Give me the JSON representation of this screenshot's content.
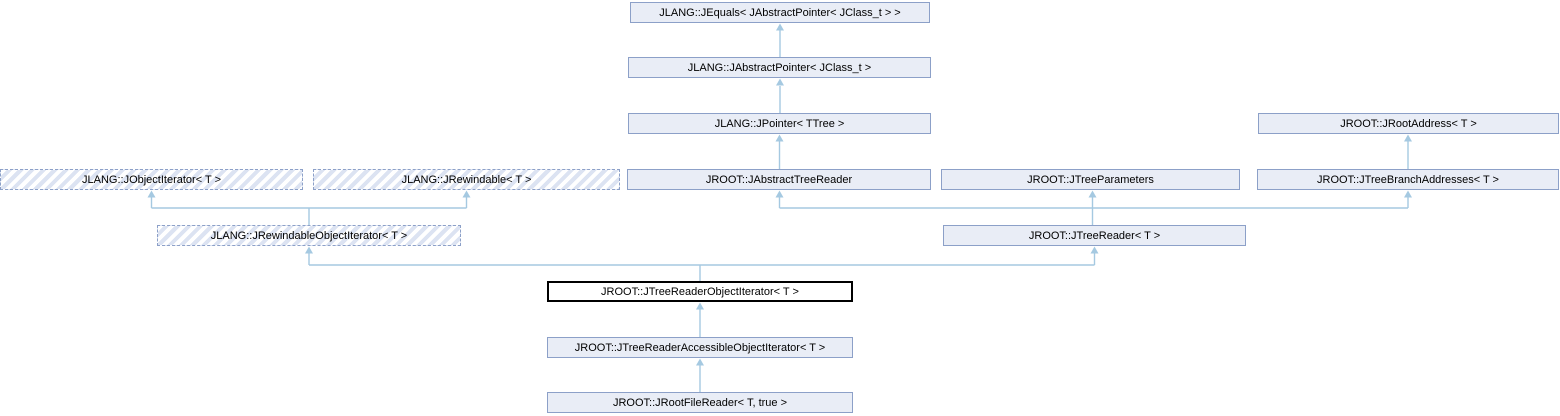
{
  "diagram": {
    "kind": "class-inheritance-graph",
    "colors": {
      "node_fill": "#e9edf6",
      "node_border": "#8ca0c8",
      "current_fill": "#ffffff",
      "current_border": "#000000",
      "edge": "#a5c9e1",
      "hatch": "#dce3f2",
      "text": "#000000"
    },
    "nodes": {
      "jequals": {
        "label": "JLANG::JEquals< JAbstractPointer< JClass_t > >",
        "kind": "documented"
      },
      "jabstractpointer": {
        "label": "JLANG::JAbstractPointer< JClass_t >",
        "kind": "documented"
      },
      "jpointer": {
        "label": "JLANG::JPointer< TTree >",
        "kind": "documented"
      },
      "jrootaddress": {
        "label": "JROOT::JRootAddress< T >",
        "kind": "documented"
      },
      "jobjectiterator": {
        "label": "JLANG::JObjectIterator< T >",
        "kind": "undocumented"
      },
      "jrewindable": {
        "label": "JLANG::JRewindable< T >",
        "kind": "undocumented"
      },
      "jabstracttreereader": {
        "label": "JROOT::JAbstractTreeReader",
        "kind": "documented"
      },
      "jtreeparameters": {
        "label": "JROOT::JTreeParameters",
        "kind": "documented"
      },
      "jtreebranchaddresses": {
        "label": "JROOT::JTreeBranchAddresses< T >",
        "kind": "documented"
      },
      "jrewindableobjectiterator": {
        "label": "JLANG::JRewindableObjectIterator< T >",
        "kind": "undocumented"
      },
      "jtreereader": {
        "label": "JROOT::JTreeReader< T >",
        "kind": "documented"
      },
      "jtreereaderobjectiterator": {
        "label": "JROOT::JTreeReaderObjectIterator< T >",
        "kind": "current"
      },
      "jtreereaderaccessibleobjectiterator": {
        "label": "JROOT::JTreeReaderAccessibleObjectIterator< T >",
        "kind": "documented"
      },
      "jrootfilereader": {
        "label": "JROOT::JRootFileReader< T, true >",
        "kind": "documented"
      }
    },
    "edges": [
      {
        "child": "jabstractpointer",
        "parent": "jequals"
      },
      {
        "child": "jpointer",
        "parent": "jabstractpointer"
      },
      {
        "child": "jabstracttreereader",
        "parent": "jpointer"
      },
      {
        "child": "jtreebranchaddresses",
        "parent": "jrootaddress"
      },
      {
        "child": "jrewindableobjectiterator",
        "parent": "jobjectiterator"
      },
      {
        "child": "jrewindableobjectiterator",
        "parent": "jrewindable"
      },
      {
        "child": "jtreereader",
        "parent": "jabstracttreereader"
      },
      {
        "child": "jtreereader",
        "parent": "jtreeparameters"
      },
      {
        "child": "jtreereader",
        "parent": "jtreebranchaddresses"
      },
      {
        "child": "jtreereaderobjectiterator",
        "parent": "jrewindableobjectiterator"
      },
      {
        "child": "jtreereaderobjectiterator",
        "parent": "jtreereader"
      },
      {
        "child": "jtreereaderaccessibleobjectiterator",
        "parent": "jtreereaderobjectiterator"
      },
      {
        "child": "jrootfilereader",
        "parent": "jtreereaderaccessibleobjectiterator"
      }
    ]
  }
}
